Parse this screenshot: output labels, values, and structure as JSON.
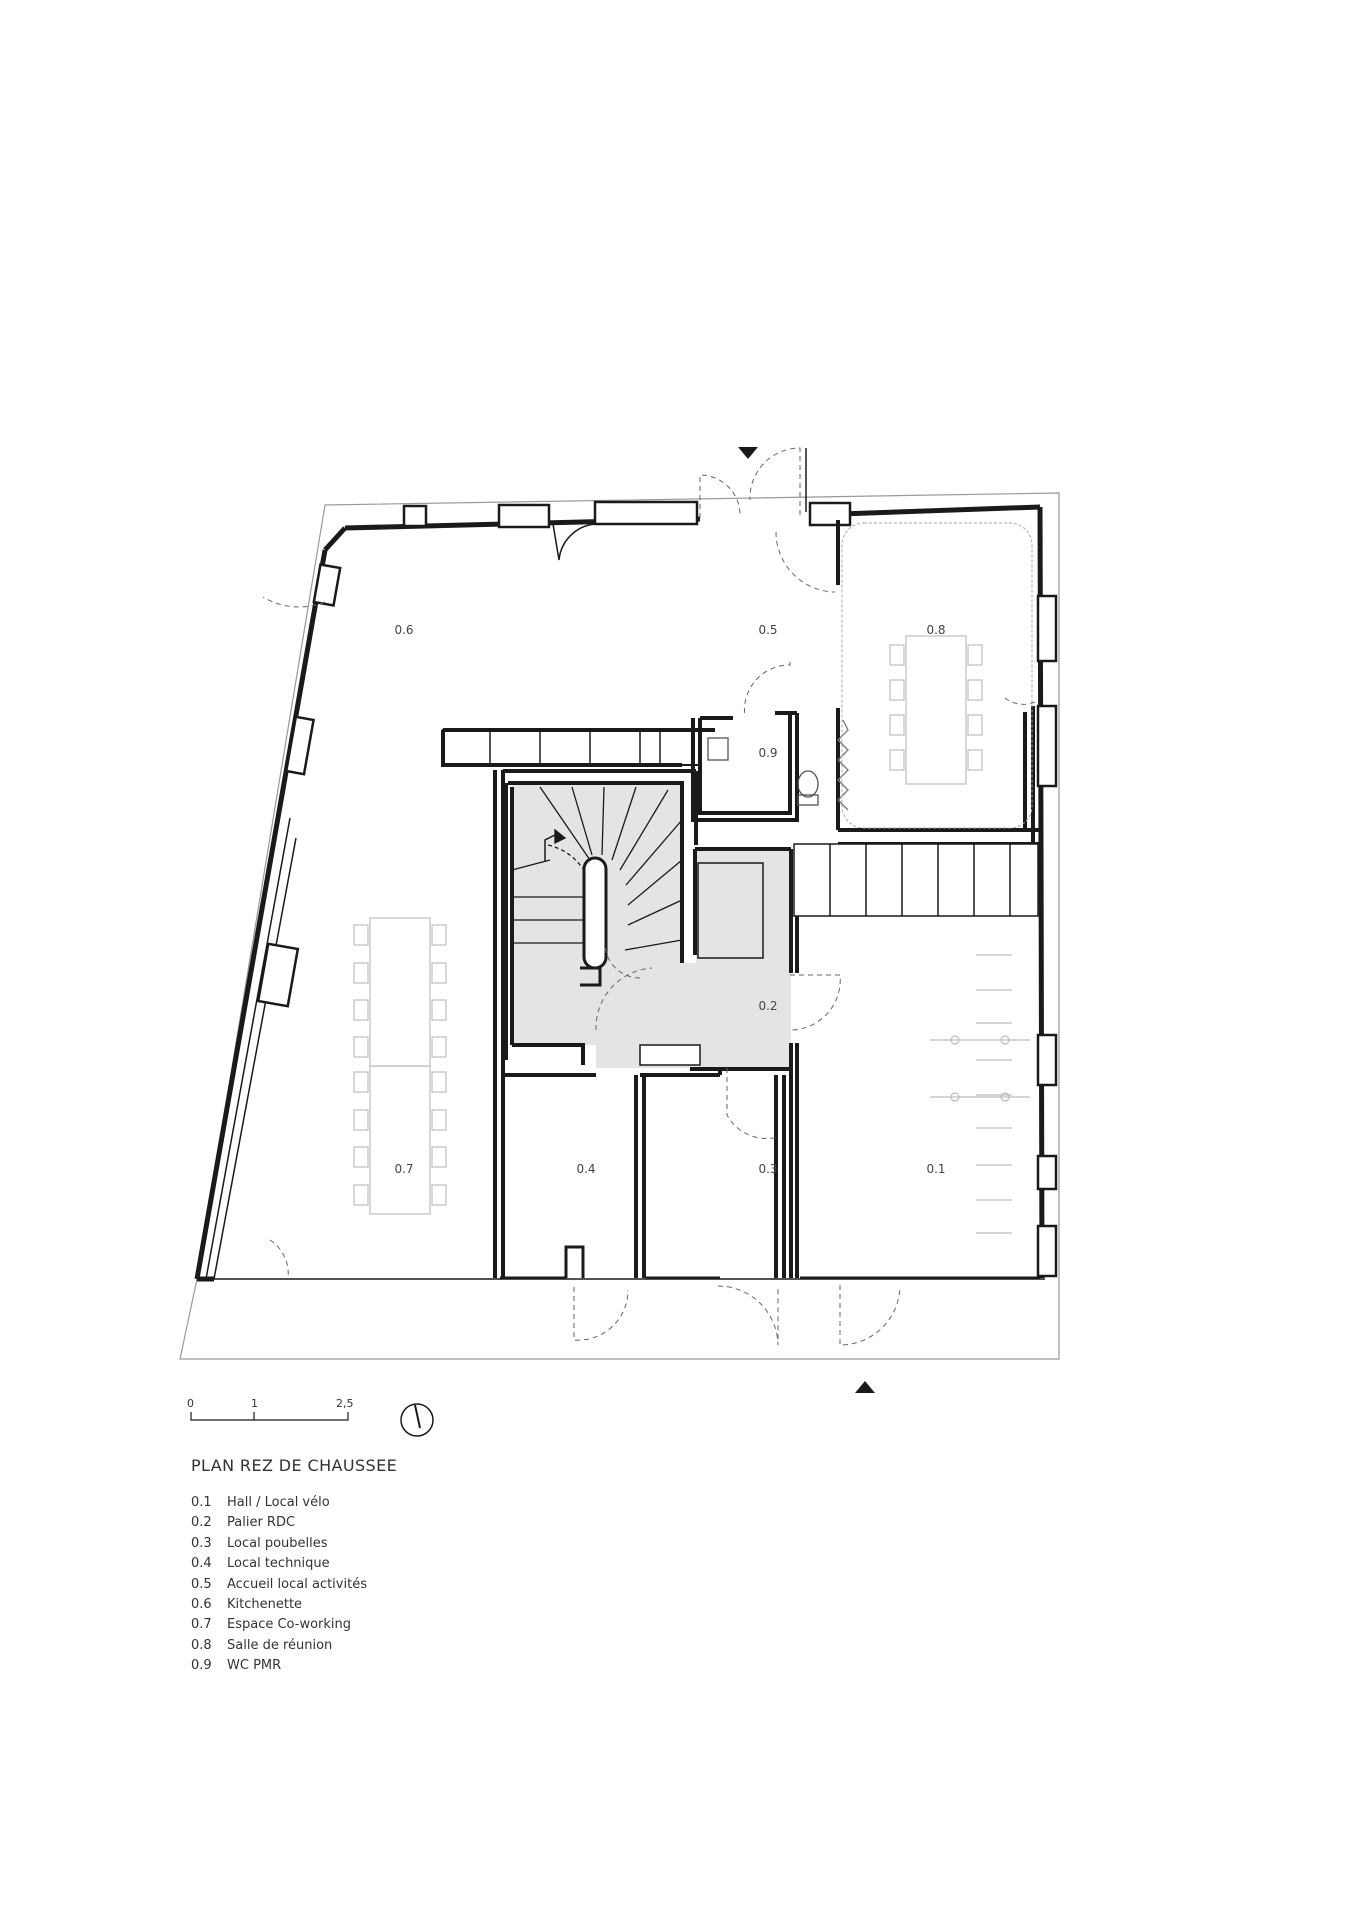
{
  "rooms": {
    "r01": "0.1",
    "r02": "0.2",
    "r03": "0.3",
    "r04": "0.4",
    "r05": "0.5",
    "r06": "0.6",
    "r07": "0.7",
    "r08": "0.8",
    "r09": "0.9"
  },
  "scale": {
    "t0": "0",
    "t1": "1",
    "t2": "2,5"
  },
  "legend": {
    "title": "PLAN REZ DE CHAUSSEE",
    "items": [
      {
        "code": "0.1",
        "label": "Hall / Local vélo"
      },
      {
        "code": "0.2",
        "label": "Palier RDC"
      },
      {
        "code": "0.3",
        "label": "Local poubelles"
      },
      {
        "code": "0.4",
        "label": "Local technique"
      },
      {
        "code": "0.5",
        "label": "Accueil local activités"
      },
      {
        "code": "0.6",
        "label": "Kitchenette"
      },
      {
        "code": "0.7",
        "label": "Espace Co-working"
      },
      {
        "code": "0.8",
        "label": "Salle de réunion"
      },
      {
        "code": "0.9",
        "label": "WC PMR"
      }
    ]
  },
  "colors": {
    "wall": "#1a1a1a",
    "shade": "#e4e4e4",
    "furniture": "#bdbdbd"
  }
}
